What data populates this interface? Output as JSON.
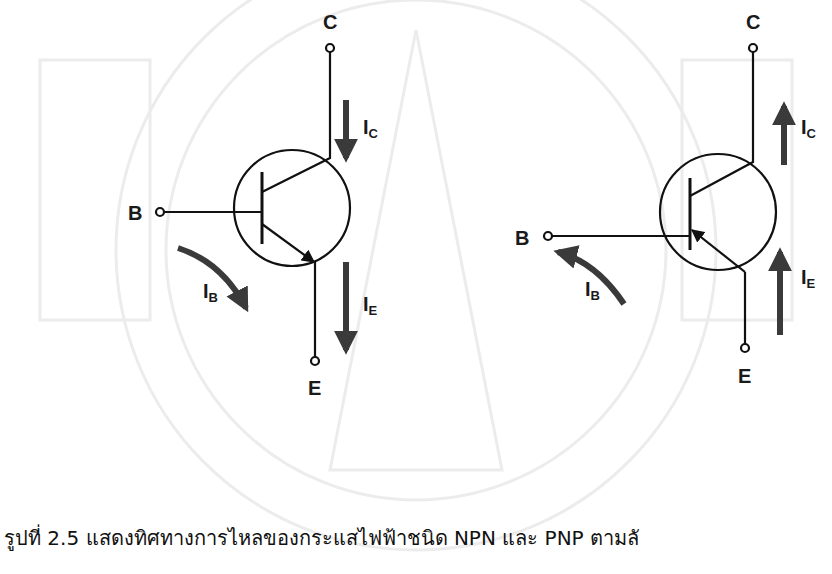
{
  "diagram": {
    "caption": "รูปที่ 2.5 แสดงทิศทางการไหลของกระแสไฟฟ้าชนิด NPN และ PNP ตามลั",
    "labels": [
      "C",
      "IC",
      "B",
      "IB",
      "IE",
      "E",
      "C",
      "IC",
      "B",
      "IB",
      "IE",
      "E"
    ]
  }
}
